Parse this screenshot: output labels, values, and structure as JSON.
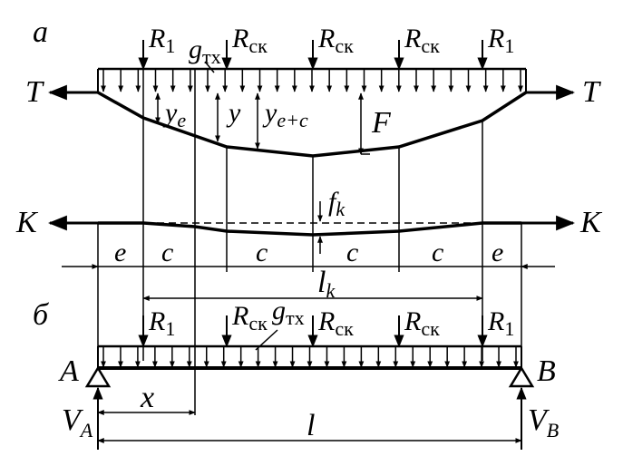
{
  "panel_a": {
    "label": "а",
    "cable_left": "T",
    "cable_right": "T",
    "loads": [
      {
        "main": "R",
        "sub": "1"
      },
      {
        "main": "R",
        "sub": "ск"
      },
      {
        "main": "R",
        "sub": "ск"
      },
      {
        "main": "R",
        "sub": "ск"
      },
      {
        "main": "R",
        "sub": "1"
      }
    ],
    "dist_load": {
      "main": "g",
      "sub": "тх"
    },
    "y_e": {
      "main": "y",
      "sub": "e"
    },
    "y": "y",
    "y_ec": {
      "main": "y",
      "sub": "e+c"
    },
    "F": "F",
    "f_k": {
      "main": "f",
      "sub": "k"
    },
    "tie_left": "K",
    "tie_right": "K",
    "segments": [
      "e",
      "c",
      "c",
      "c",
      "c",
      "e"
    ],
    "l_k": {
      "main": "l",
      "sub": "k"
    }
  },
  "panel_b": {
    "label": "б",
    "loads": [
      {
        "main": "R",
        "sub": "1"
      },
      {
        "main": "R",
        "sub": "ск"
      },
      {
        "main": "R",
        "sub": "ск"
      },
      {
        "main": "R",
        "sub": "ск"
      },
      {
        "main": "R",
        "sub": "1"
      }
    ],
    "dist_load": {
      "main": "g",
      "sub": "тх"
    },
    "support_left": "A",
    "support_right": "B",
    "reaction_left": {
      "main": "V",
      "sub": "A"
    },
    "reaction_right": {
      "main": "V",
      "sub": "B"
    },
    "x": "x",
    "l": "l"
  }
}
